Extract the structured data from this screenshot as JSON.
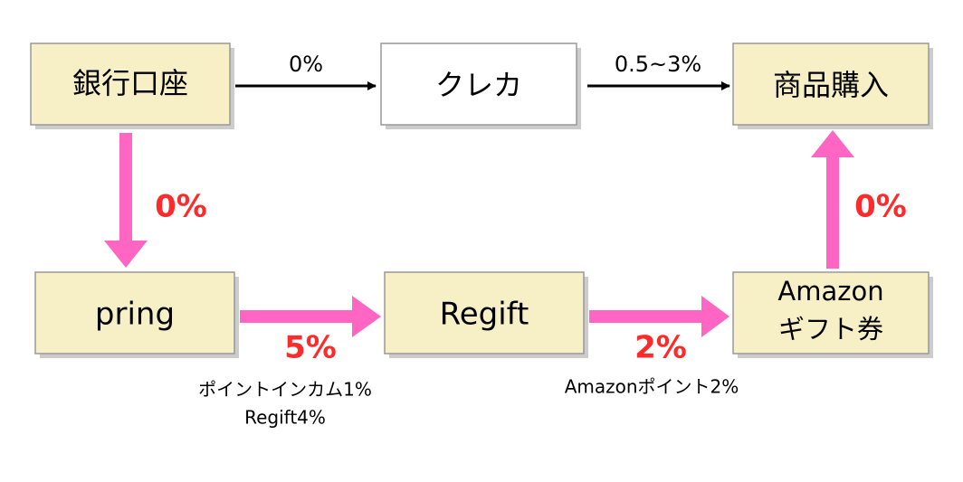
{
  "nodes": {
    "bank": {
      "label": "銀行口座"
    },
    "credit_card": {
      "label": "クレカ"
    },
    "purchase": {
      "label": "商品購入"
    },
    "pring": {
      "label": "pring"
    },
    "regift": {
      "label": "Regift"
    },
    "amazon_gift": {
      "line1": "Amazon",
      "line2": "ギフト券"
    }
  },
  "edges": {
    "bank_to_card": {
      "rate": "0%"
    },
    "card_to_purchase": {
      "rate": "0.5~3%"
    },
    "bank_to_pring": {
      "rate": "0%"
    },
    "pring_to_regift": {
      "rate": "5%",
      "notes": [
        "ポイントインカム1%",
        "Regift4%"
      ]
    },
    "regift_to_amazon": {
      "rate": "2%",
      "notes": [
        "Amazonポイント2%"
      ]
    },
    "amazon_to_purchase": {
      "rate": "0%"
    }
  },
  "colors": {
    "node_fill": "#f7f0c6",
    "node_fill_plain": "#ffffff",
    "node_stroke": "#999999",
    "shadow": "#cccccc",
    "black_arrow": "#000000",
    "pink_arrow": "#ff66c4",
    "rate_red": "#ff2a2a"
  }
}
